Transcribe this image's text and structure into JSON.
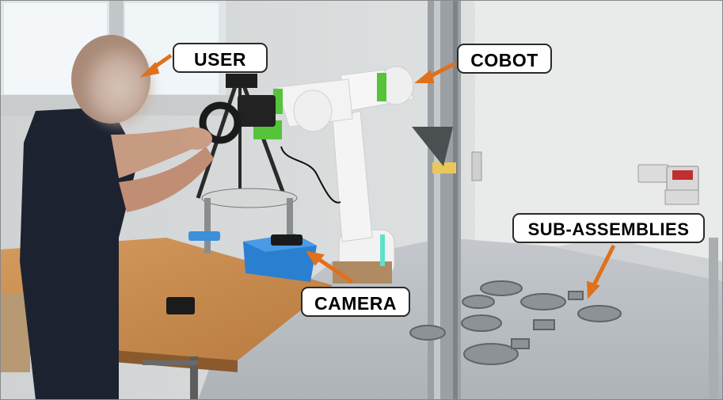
{
  "labels": {
    "user": "USER",
    "cobot": "COBOT",
    "camera": "CAMERA",
    "sub_assemblies": "SUB-ASSEMBLIES"
  },
  "colors": {
    "arrow": "#e0701c",
    "cobot_accent": "#55c43a",
    "camera_blue": "#2a7fd0",
    "table_wood": "#c98a4c",
    "surface_grey": "#b9bec3"
  }
}
